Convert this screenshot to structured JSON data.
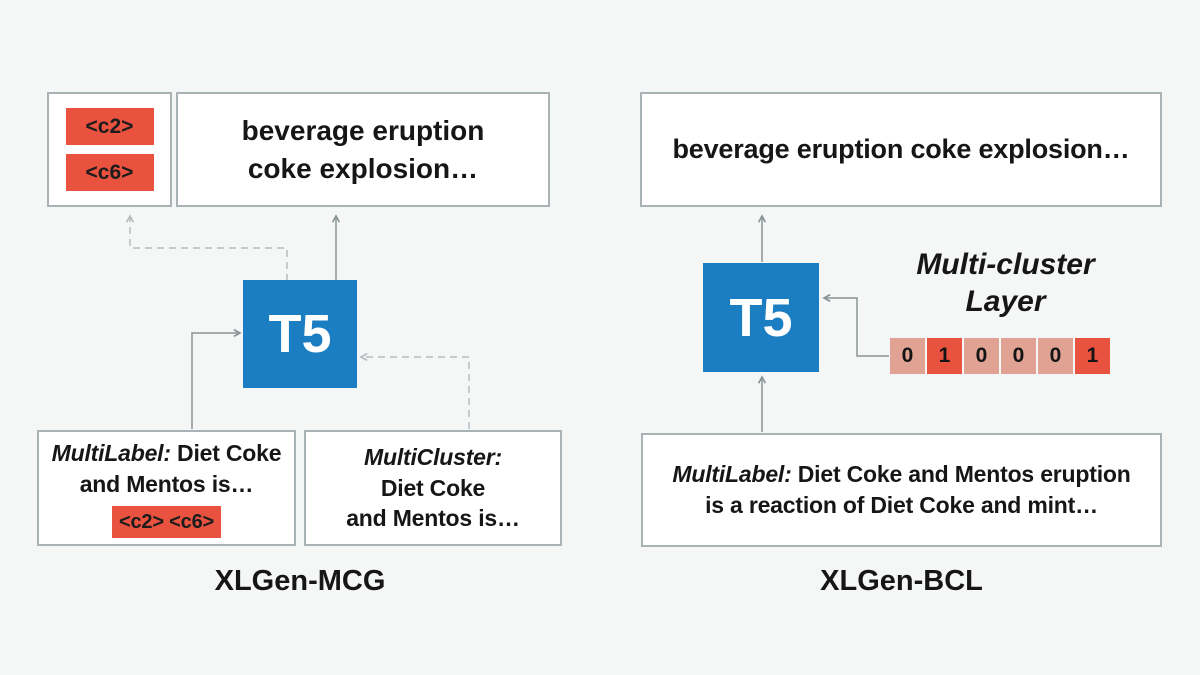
{
  "colors": {
    "background": "#f5f6f6",
    "box_border": "#a9b3b6",
    "t5_blue": "#1b7ec2",
    "tag_red": "#e8523f",
    "cell_off_salmon": "#dfa293",
    "solid_arrow_gray": "#8a9396",
    "dashed_arrow_gray": "#b5bdbf"
  },
  "left": {
    "caption": "XLGen-MCG",
    "cluster_output": {
      "tags": [
        "<c2>",
        "<c6>"
      ]
    },
    "text_output": {
      "line1": "beverage eruption",
      "line2": "coke explosion…"
    },
    "t5_label": "T5",
    "multilabel_input": {
      "prefix": "MultiLabel:",
      "rest": " Diet Coke",
      "line2": "and Mentos is…",
      "tag": "<c2> <c6>"
    },
    "multicluster_input": {
      "prefix": "MultiCluster:",
      "line2": "Diet Coke",
      "line3": "and Mentos is…"
    }
  },
  "right": {
    "caption": "XLGen-BCL",
    "text_output": "beverage eruption coke explosion…",
    "t5_label": "T5",
    "layer_label": {
      "line1": "Multi-cluster",
      "line2": "Layer"
    },
    "cells": [
      {
        "value": "0",
        "variant": "off"
      },
      {
        "value": "1",
        "variant": "on"
      },
      {
        "value": "0",
        "variant": "off"
      },
      {
        "value": "0",
        "variant": "off"
      },
      {
        "value": "0",
        "variant": "off"
      },
      {
        "value": "1",
        "variant": "on"
      }
    ],
    "multilabel_input": {
      "prefix": "MultiLabel:",
      "rest": " Diet Coke and Mentos eruption",
      "line2": "is a reaction of Diet Coke and mint…"
    }
  }
}
